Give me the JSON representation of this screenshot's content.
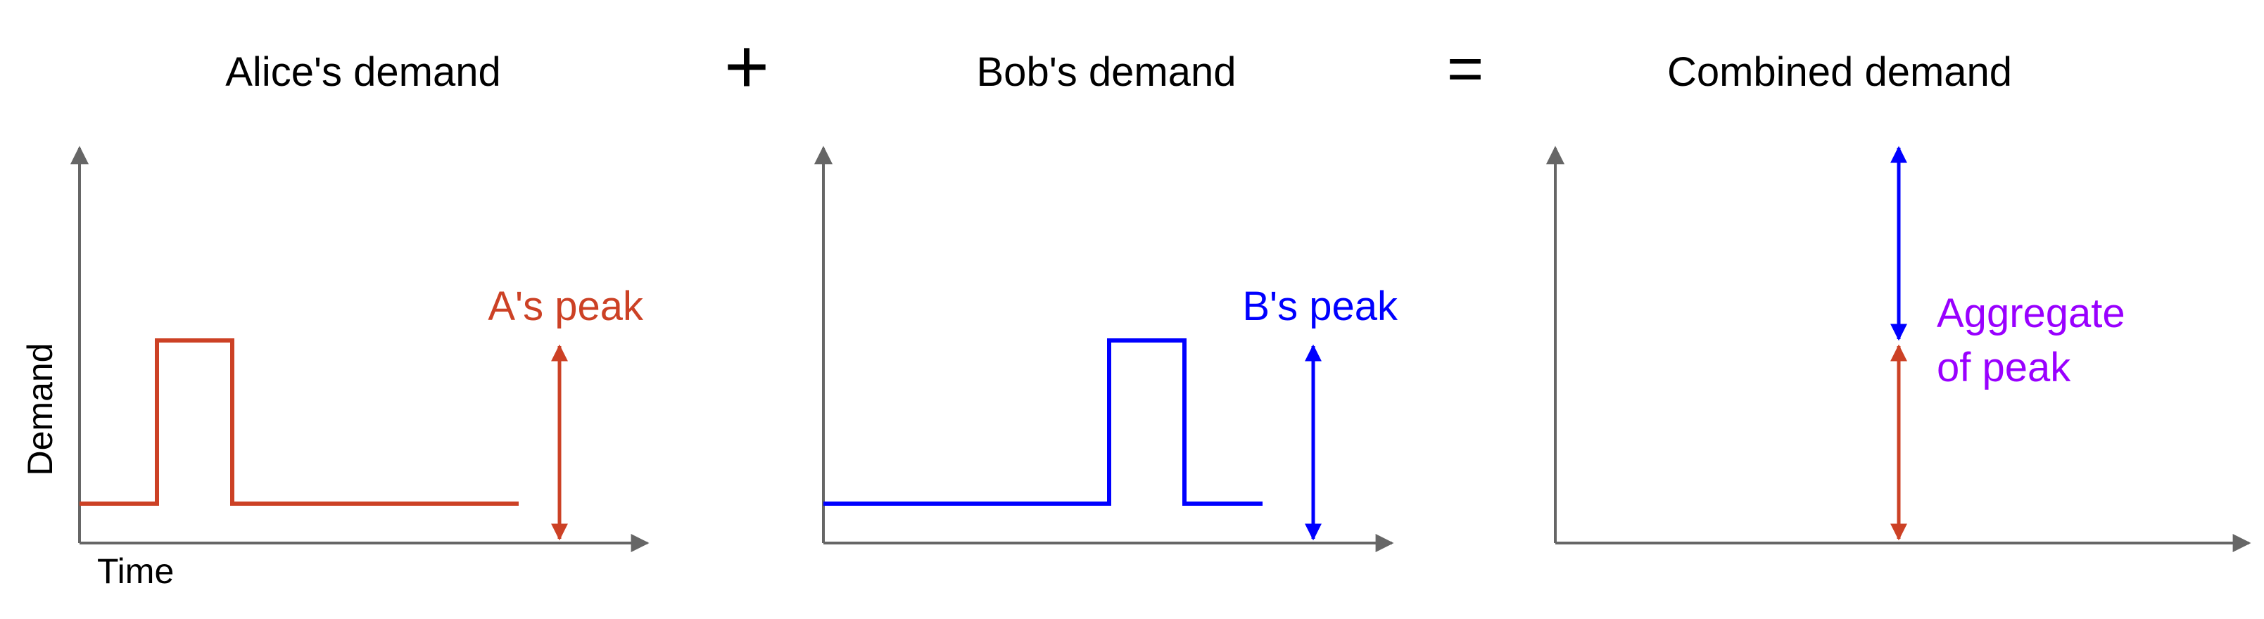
{
  "panels": [
    {
      "title": "Alice's demand",
      "peak_label": "A's peak",
      "color": "#cc4125",
      "x_axis_label": "Time",
      "y_axis_label": "Demand",
      "pulse_position": "early"
    },
    {
      "title": "Bob's demand",
      "peak_label": "B's peak",
      "color": "#0000ff",
      "pulse_position": "late"
    },
    {
      "title": "Combined demand",
      "aggregate_label_line1": "Aggregate",
      "aggregate_label_line2": "of peak",
      "aggregate_color": "#9900ff"
    }
  ],
  "operators": {
    "plus": "+",
    "equals": "="
  },
  "colors": {
    "axis": "#666666",
    "text": "#000000"
  }
}
